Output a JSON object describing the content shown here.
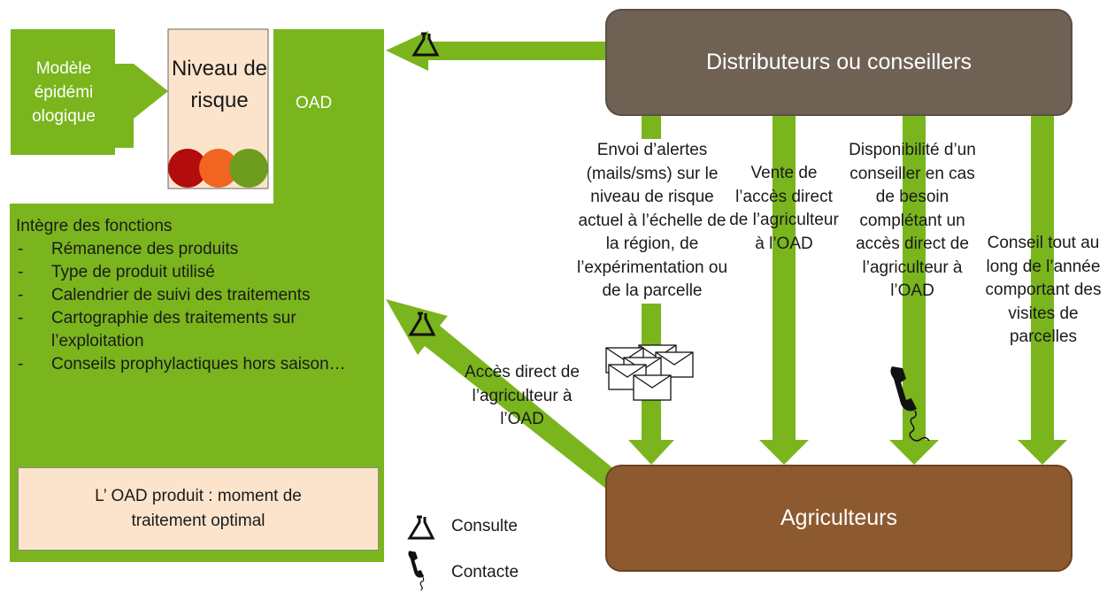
{
  "model": {
    "label": "Modèle épidémi ologique"
  },
  "risk": {
    "title": "Niveau de risque",
    "levels": [
      "#b20c0c",
      "#f26422",
      "#6e9c1c"
    ]
  },
  "oad": {
    "label": "OAD"
  },
  "functions": {
    "title": "Intègre des fonctions",
    "items": [
      "Rémanence des produits",
      "Type de produit utilisé",
      "Calendrier de suivi des traitements",
      "Cartographie des traitements sur l’exploitation",
      "Conseils prophylactiques hors saison…"
    ]
  },
  "output": {
    "label": "L’ OAD produit : moment de traitement optimal"
  },
  "actors": {
    "distributors": "Distributeurs ou conseillers",
    "farmers": "Agriculteurs"
  },
  "flows": {
    "alerts": "Envoi d’alertes (mails/sms) sur le niveau de risque actuel à l’échelle de la région, de l’expérimentation ou de la parcelle",
    "sale": "Vente de l’accès direct de l’agriculteur à l’OAD",
    "availability": "Disponibilité d’un conseiller en cas de besoin complétant un accès direct de l’agriculteur à l’OAD",
    "advice": "Conseil tout au long de l’année comportant des visites de parcelles",
    "direct_access": "Accès direct de l’agriculteur à l’OAD"
  },
  "legend": {
    "consult": "Consulte",
    "contact": "Contacte"
  },
  "colors": {
    "green": "#7ab51d",
    "distributors": "#6f6255",
    "farmers": "#8d5a2f",
    "risk_box": "#fce4cc"
  },
  "icons": {
    "consult": "flask-icon",
    "contact": "telephone-icon",
    "alerts": "envelopes-icon"
  }
}
